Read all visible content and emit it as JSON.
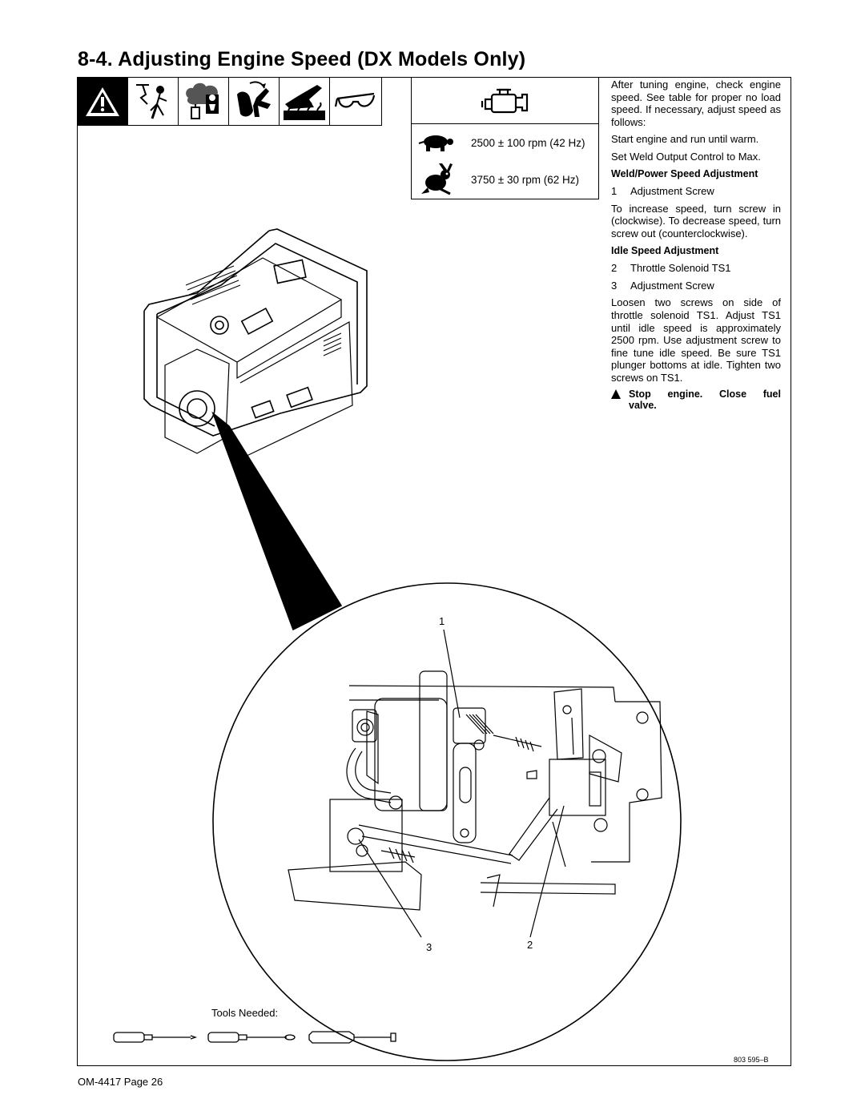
{
  "section_title": "8-4.   Adjusting Engine Speed (DX Models Only)",
  "icons": [
    "warning-triangle-icon",
    "electric-shock-icon",
    "hazardous-fumes-icon",
    "moving-parts-icon",
    "hot-parts-icon",
    "safety-glasses-icon"
  ],
  "speed_table": {
    "engine_icon": "engine-icon",
    "rows": [
      {
        "icon": "turtle-icon",
        "value": "2500 ± 100 rpm (42 Hz)"
      },
      {
        "icon": "rabbit-icon",
        "value": "3750 ± 30 rpm (62 Hz)"
      }
    ]
  },
  "instructions": {
    "intro": "After tuning engine, check engine speed. See table for proper no load speed. If necessary, adjust speed as follows:",
    "step_warm": "Start engine and run until warm.",
    "step_max": "Set Weld Output Control to Max.",
    "weld_heading": "Weld/Power Speed Adjustment",
    "weld_item_num": "1",
    "weld_item": "Adjustment Screw",
    "weld_text": "To increase speed, turn screw in (clockwise). To decrease speed, turn screw out (counterclockwise).",
    "idle_heading": "Idle Speed Adjustment",
    "idle_item1_num": "2",
    "idle_item1": "Throttle Solenoid TS1",
    "idle_item2_num": "3",
    "idle_item2": "Adjustment Screw",
    "idle_text": "Loosen two screws on side of throttle solenoid TS1. Adjust TS1 until idle speed is approximately 2500 rpm. Use adjustment screw to fine tune idle speed. Be sure TS1 plunger bottoms at idle. Tighten two screws on TS1.",
    "stop_word1": "Stop",
    "stop_word2": "engine.",
    "stop_word3": "Close",
    "stop_word4": "fuel",
    "stop_word5": "valve."
  },
  "callouts": {
    "one": "1",
    "two": "2",
    "three": "3"
  },
  "tools_label": "Tools Needed:",
  "doc_number": "803 595–B",
  "footer": "OM-4417 Page 26"
}
